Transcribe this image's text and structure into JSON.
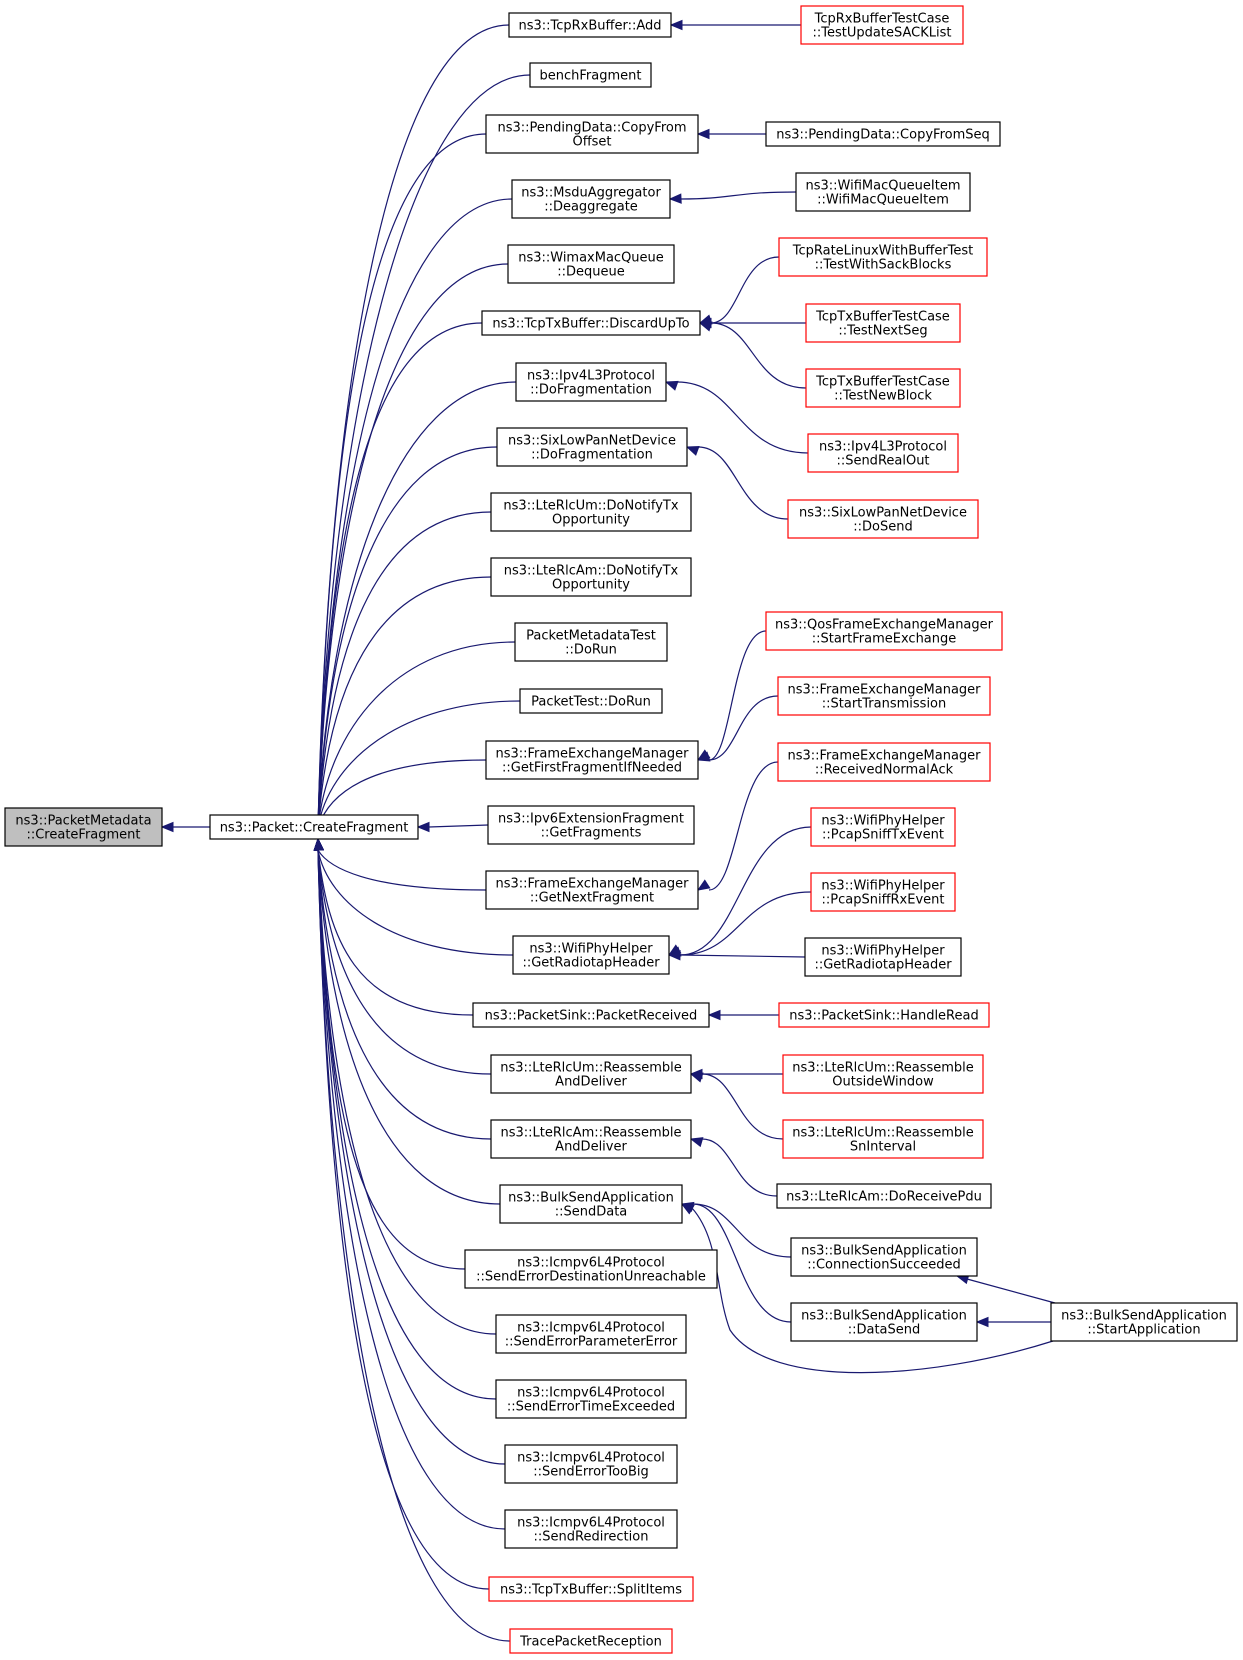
{
  "nodes": [
    {
      "id": "pm_createfrag",
      "lines": [
        "ns3::PacketMetadata",
        "::CreateFragment"
      ],
      "style": "root"
    },
    {
      "id": "p_createfrag",
      "lines": [
        "ns3::Packet::CreateFragment"
      ],
      "style": "black"
    },
    {
      "id": "rx_add",
      "lines": [
        "ns3::TcpRxBuffer::Add"
      ],
      "style": "black"
    },
    {
      "id": "bench",
      "lines": [
        "benchFragment"
      ],
      "style": "black"
    },
    {
      "id": "pd_copy",
      "lines": [
        "ns3::PendingData::CopyFrom",
        "Offset"
      ],
      "style": "black"
    },
    {
      "id": "msdu",
      "lines": [
        "ns3::MsduAggregator",
        "::Deaggregate"
      ],
      "style": "black"
    },
    {
      "id": "wimax",
      "lines": [
        "ns3::WimaxMacQueue",
        "::Dequeue"
      ],
      "style": "black"
    },
    {
      "id": "tx_discard",
      "lines": [
        "ns3::TcpTxBuffer::DiscardUpTo"
      ],
      "style": "black"
    },
    {
      "id": "ipv4_dofrag",
      "lines": [
        "ns3::Ipv4L3Protocol",
        "::DoFragmentation"
      ],
      "style": "black"
    },
    {
      "id": "six_dofrag",
      "lines": [
        "ns3::SixLowPanNetDevice",
        "::DoFragmentation"
      ],
      "style": "black"
    },
    {
      "id": "um_notify",
      "lines": [
        "ns3::LteRlcUm::DoNotifyTx",
        "Opportunity"
      ],
      "style": "black"
    },
    {
      "id": "am_notify",
      "lines": [
        "ns3::LteRlcAm::DoNotifyTx",
        "Opportunity"
      ],
      "style": "black"
    },
    {
      "id": "pmtest",
      "lines": [
        "PacketMetadataTest",
        "::DoRun"
      ],
      "style": "black"
    },
    {
      "id": "ptest",
      "lines": [
        "PacketTest::DoRun"
      ],
      "style": "black"
    },
    {
      "id": "fem_first",
      "lines": [
        "ns3::FrameExchangeManager",
        "::GetFirstFragmentIfNeeded"
      ],
      "style": "black"
    },
    {
      "id": "ipv6ext",
      "lines": [
        "ns3::Ipv6ExtensionFragment",
        "::GetFragments"
      ],
      "style": "black"
    },
    {
      "id": "fem_next",
      "lines": [
        "ns3::FrameExchangeManager",
        "::GetNextFragment"
      ],
      "style": "black"
    },
    {
      "id": "wifi_radiotap",
      "lines": [
        "ns3::WifiPhyHelper",
        "::GetRadiotapHeader"
      ],
      "style": "black"
    },
    {
      "id": "sink_recv",
      "lines": [
        "ns3::PacketSink::PacketReceived"
      ],
      "style": "black"
    },
    {
      "id": "um_reasm",
      "lines": [
        "ns3::LteRlcUm::Reassemble",
        "AndDeliver"
      ],
      "style": "black"
    },
    {
      "id": "am_reasm",
      "lines": [
        "ns3::LteRlcAm::Reassemble",
        "AndDeliver"
      ],
      "style": "black"
    },
    {
      "id": "bulk_send",
      "lines": [
        "ns3::BulkSendApplication",
        "::SendData"
      ],
      "style": "black"
    },
    {
      "id": "icmp_dest",
      "lines": [
        "ns3::Icmpv6L4Protocol",
        "::SendErrorDestinationUnreachable"
      ],
      "style": "black"
    },
    {
      "id": "icmp_param",
      "lines": [
        "ns3::Icmpv6L4Protocol",
        "::SendErrorParameterError"
      ],
      "style": "black"
    },
    {
      "id": "icmp_time",
      "lines": [
        "ns3::Icmpv6L4Protocol",
        "::SendErrorTimeExceeded"
      ],
      "style": "black"
    },
    {
      "id": "icmp_big",
      "lines": [
        "ns3::Icmpv6L4Protocol",
        "::SendErrorTooBig"
      ],
      "style": "black"
    },
    {
      "id": "icmp_redir",
      "lines": [
        "ns3::Icmpv6L4Protocol",
        "::SendRedirection"
      ],
      "style": "black"
    },
    {
      "id": "tx_split",
      "lines": [
        "ns3::TcpTxBuffer::SplitItems"
      ],
      "style": "red"
    },
    {
      "id": "trace_recv",
      "lines": [
        "TracePacketReception"
      ],
      "style": "red"
    },
    {
      "id": "rx_test",
      "lines": [
        "TcpRxBufferTestCase",
        "::TestUpdateSACKList"
      ],
      "style": "red"
    },
    {
      "id": "pd_seq",
      "lines": [
        "ns3::PendingData::CopyFromSeq"
      ],
      "style": "black"
    },
    {
      "id": "wmq_item",
      "lines": [
        "ns3::WifiMacQueueItem",
        "::WifiMacQueueItem"
      ],
      "style": "black"
    },
    {
      "id": "rate_sack",
      "lines": [
        "TcpRateLinuxWithBufferTest",
        "::TestWithSackBlocks"
      ],
      "style": "red"
    },
    {
      "id": "tx_nextseg",
      "lines": [
        "TcpTxBufferTestCase",
        "::TestNextSeg"
      ],
      "style": "red"
    },
    {
      "id": "tx_newblock",
      "lines": [
        "TcpTxBufferTestCase",
        "::TestNewBlock"
      ],
      "style": "red"
    },
    {
      "id": "ipv4_sendreal",
      "lines": [
        "ns3::Ipv4L3Protocol",
        "::SendRealOut"
      ],
      "style": "red"
    },
    {
      "id": "six_dosend",
      "lines": [
        "ns3::SixLowPanNetDevice",
        "::DoSend"
      ],
      "style": "red"
    },
    {
      "id": "qos_start",
      "lines": [
        "ns3::QosFrameExchangeManager",
        "::StartFrameExchange"
      ],
      "style": "red"
    },
    {
      "id": "fem_starttx",
      "lines": [
        "ns3::FrameExchangeManager",
        "::StartTransmission"
      ],
      "style": "red"
    },
    {
      "id": "fem_recvack",
      "lines": [
        "ns3::FrameExchangeManager",
        "::ReceivedNormalAck"
      ],
      "style": "red"
    },
    {
      "id": "wifi_sniff_tx",
      "lines": [
        "ns3::WifiPhyHelper",
        "::PcapSniffTxEvent"
      ],
      "style": "red"
    },
    {
      "id": "wifi_sniff_rx",
      "lines": [
        "ns3::WifiPhyHelper",
        "::PcapSniffRxEvent"
      ],
      "style": "red"
    },
    {
      "id": "wifi_radiotap2",
      "lines": [
        "ns3::WifiPhyHelper",
        "::GetRadiotapHeader"
      ],
      "style": "black"
    },
    {
      "id": "sink_read",
      "lines": [
        "ns3::PacketSink::HandleRead"
      ],
      "style": "red"
    },
    {
      "id": "um_outside",
      "lines": [
        "ns3::LteRlcUm::Reassemble",
        "OutsideWindow"
      ],
      "style": "red"
    },
    {
      "id": "um_snint",
      "lines": [
        "ns3::LteRlcUm::Reassemble",
        "SnInterval"
      ],
      "style": "red"
    },
    {
      "id": "am_recvpdu",
      "lines": [
        "ns3::LteRlcAm::DoReceivePdu"
      ],
      "style": "black"
    },
    {
      "id": "bulk_conn",
      "lines": [
        "ns3::BulkSendApplication",
        "::ConnectionSucceeded"
      ],
      "style": "black"
    },
    {
      "id": "bulk_datasend",
      "lines": [
        "ns3::BulkSendApplication",
        "::DataSend"
      ],
      "style": "black"
    },
    {
      "id": "bulk_start",
      "lines": [
        "ns3::BulkSendApplication",
        "::StartApplication"
      ],
      "style": "black"
    }
  ],
  "edges": [
    {
      "from": "p_createfrag",
      "to": "pm_createfrag"
    },
    {
      "from": "rx_add",
      "to": "p_createfrag"
    },
    {
      "from": "bench",
      "to": "p_createfrag"
    },
    {
      "from": "pd_copy",
      "to": "p_createfrag"
    },
    {
      "from": "msdu",
      "to": "p_createfrag"
    },
    {
      "from": "wimax",
      "to": "p_createfrag"
    },
    {
      "from": "tx_discard",
      "to": "p_createfrag"
    },
    {
      "from": "ipv4_dofrag",
      "to": "p_createfrag"
    },
    {
      "from": "six_dofrag",
      "to": "p_createfrag"
    },
    {
      "from": "um_notify",
      "to": "p_createfrag"
    },
    {
      "from": "am_notify",
      "to": "p_createfrag"
    },
    {
      "from": "pmtest",
      "to": "p_createfrag"
    },
    {
      "from": "ptest",
      "to": "p_createfrag"
    },
    {
      "from": "fem_first",
      "to": "p_createfrag"
    },
    {
      "from": "ipv6ext",
      "to": "p_createfrag"
    },
    {
      "from": "fem_next",
      "to": "p_createfrag"
    },
    {
      "from": "wifi_radiotap",
      "to": "p_createfrag"
    },
    {
      "from": "sink_recv",
      "to": "p_createfrag"
    },
    {
      "from": "um_reasm",
      "to": "p_createfrag"
    },
    {
      "from": "am_reasm",
      "to": "p_createfrag"
    },
    {
      "from": "bulk_send",
      "to": "p_createfrag"
    },
    {
      "from": "icmp_dest",
      "to": "p_createfrag"
    },
    {
      "from": "icmp_param",
      "to": "p_createfrag"
    },
    {
      "from": "icmp_time",
      "to": "p_createfrag"
    },
    {
      "from": "icmp_big",
      "to": "p_createfrag"
    },
    {
      "from": "icmp_redir",
      "to": "p_createfrag"
    },
    {
      "from": "tx_split",
      "to": "p_createfrag"
    },
    {
      "from": "trace_recv",
      "to": "p_createfrag"
    },
    {
      "from": "rx_test",
      "to": "rx_add"
    },
    {
      "from": "pd_seq",
      "to": "pd_copy"
    },
    {
      "from": "wmq_item",
      "to": "msdu"
    },
    {
      "from": "rate_sack",
      "to": "tx_discard"
    },
    {
      "from": "tx_nextseg",
      "to": "tx_discard"
    },
    {
      "from": "tx_newblock",
      "to": "tx_discard"
    },
    {
      "from": "ipv4_sendreal",
      "to": "ipv4_dofrag"
    },
    {
      "from": "six_dosend",
      "to": "six_dofrag"
    },
    {
      "from": "qos_start",
      "to": "fem_first"
    },
    {
      "from": "fem_starttx",
      "to": "fem_first"
    },
    {
      "from": "fem_recvack",
      "to": "fem_next"
    },
    {
      "from": "wifi_sniff_tx",
      "to": "wifi_radiotap"
    },
    {
      "from": "wifi_sniff_rx",
      "to": "wifi_radiotap"
    },
    {
      "from": "wifi_radiotap2",
      "to": "wifi_radiotap"
    },
    {
      "from": "sink_read",
      "to": "sink_recv"
    },
    {
      "from": "um_outside",
      "to": "um_reasm"
    },
    {
      "from": "um_snint",
      "to": "um_reasm"
    },
    {
      "from": "am_recvpdu",
      "to": "am_reasm"
    },
    {
      "from": "bulk_conn",
      "to": "bulk_send"
    },
    {
      "from": "bulk_datasend",
      "to": "bulk_send"
    },
    {
      "from": "bulk_start",
      "to": "bulk_send"
    },
    {
      "from": "bulk_start",
      "to": "bulk_conn"
    },
    {
      "from": "bulk_start",
      "to": "bulk_datasend"
    }
  ]
}
